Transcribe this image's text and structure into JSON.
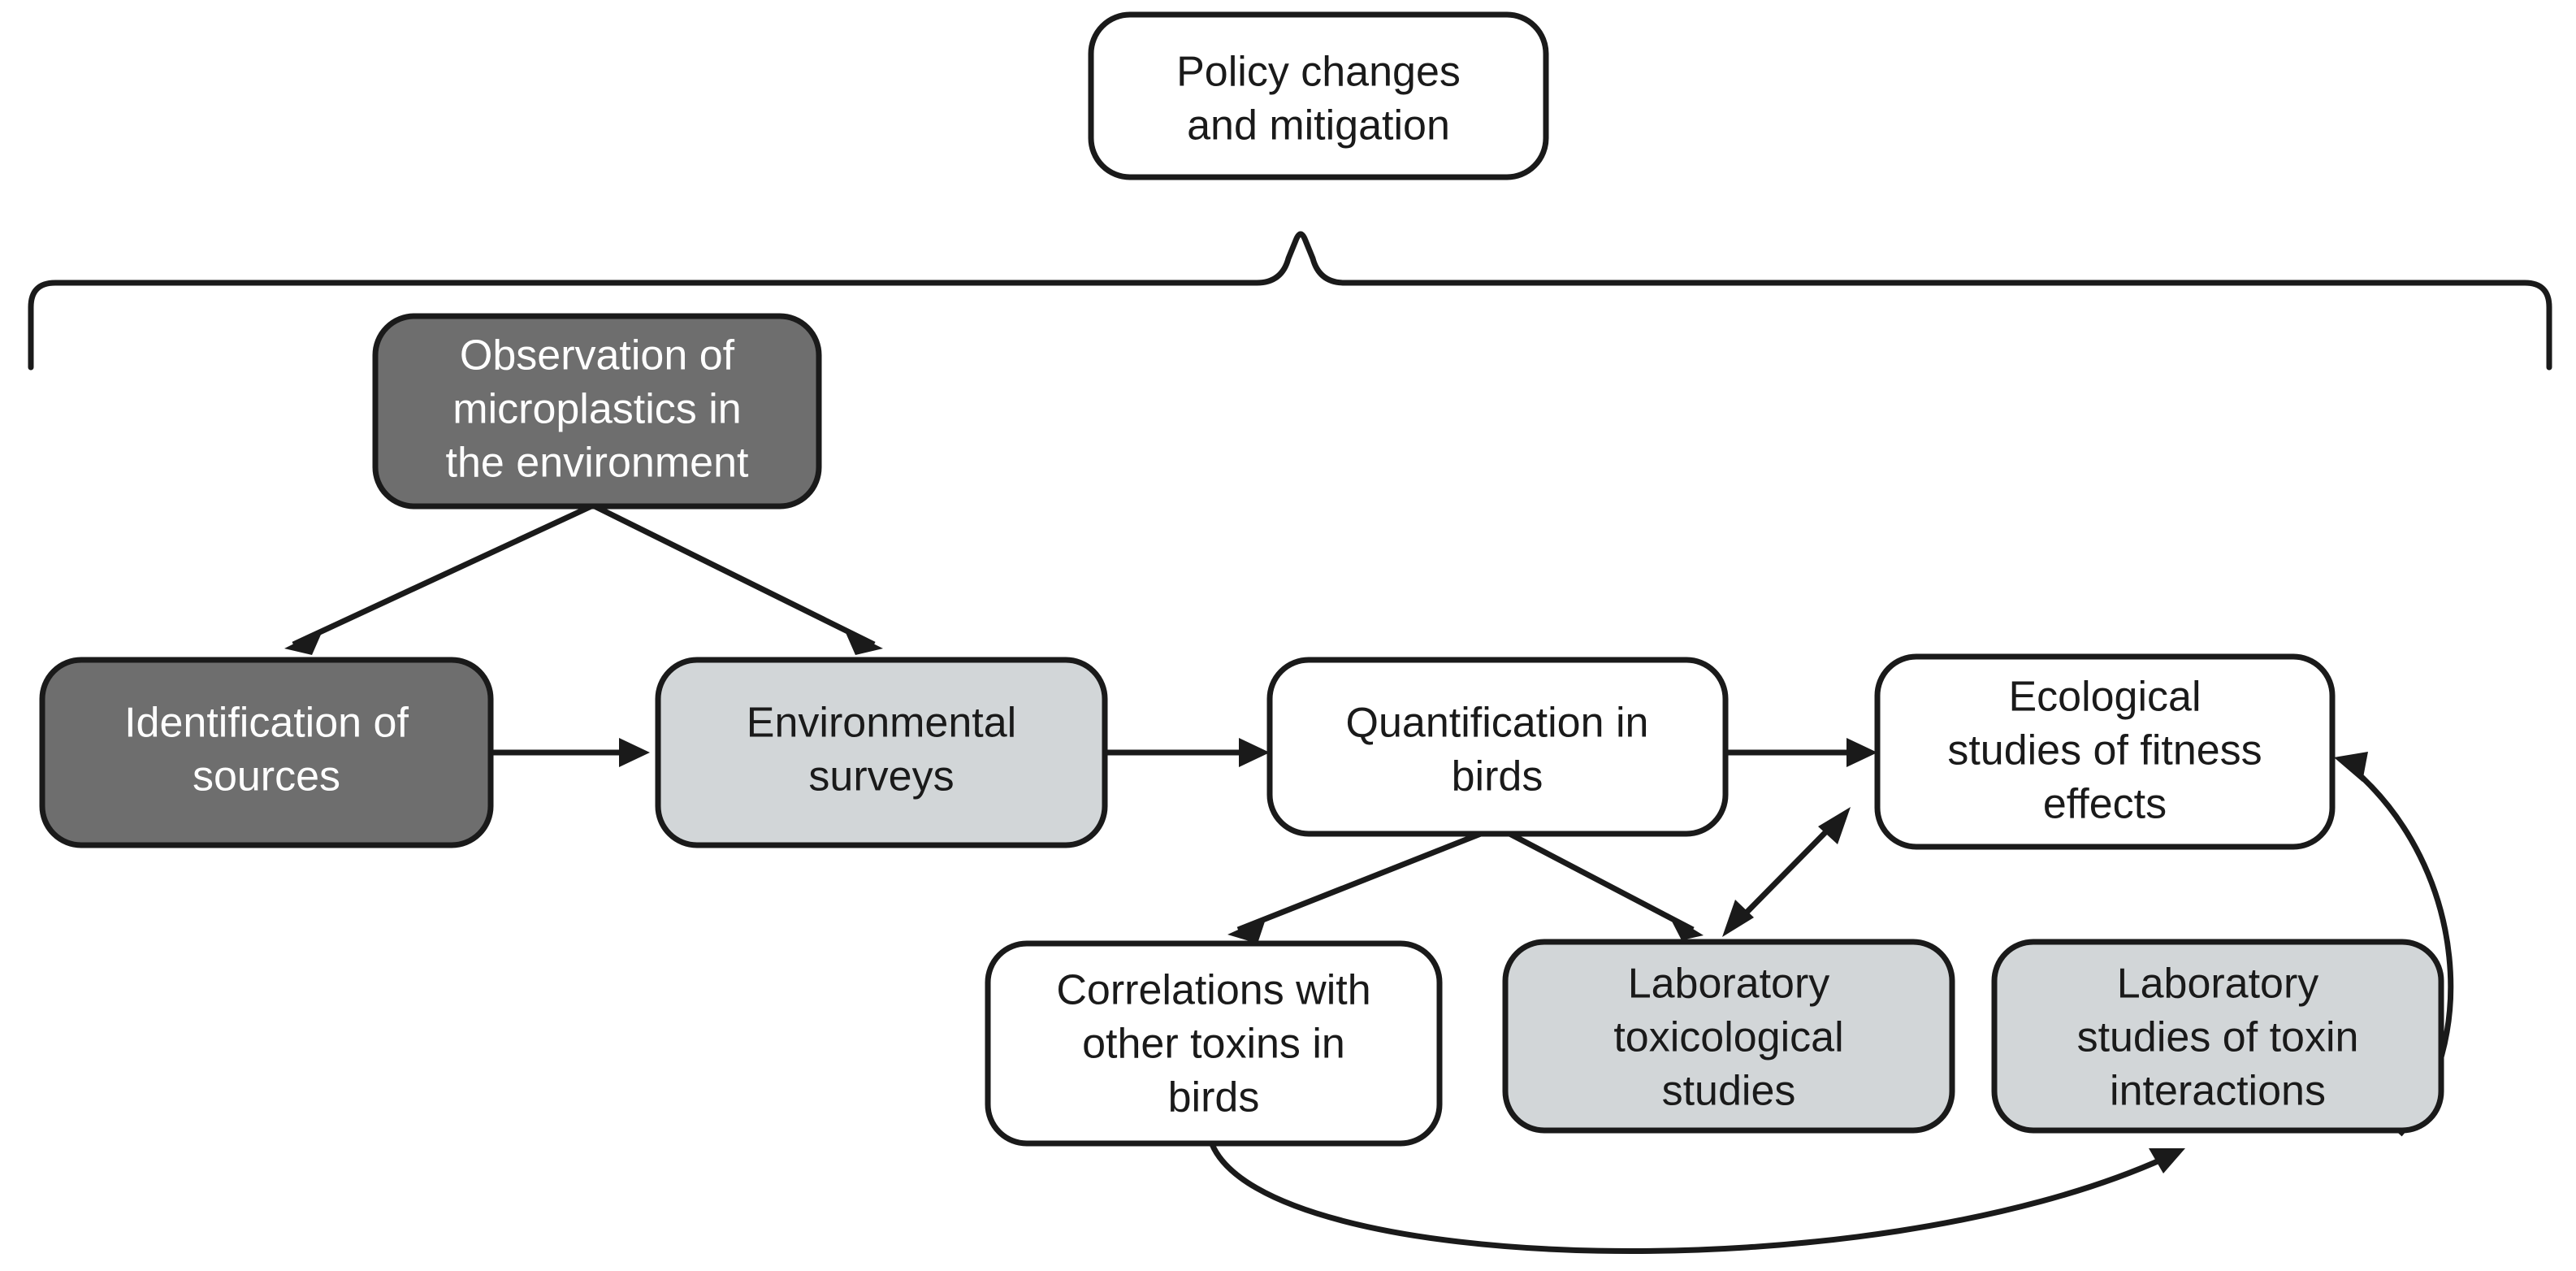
{
  "diagram": {
    "title": "Microplastics research and policy flowchart",
    "colors": {
      "stroke": "#1a1a1a",
      "fill_white": "#ffffff",
      "fill_light_gray": "#d2d6d8",
      "fill_dark_gray": "#6e6e6e",
      "text_dark": "#1a1a1a",
      "text_light": "#ffffff",
      "background": "#ffffff"
    },
    "nodes": [
      {
        "id": "policy",
        "lines": [
          "Policy changes",
          "and mitigation"
        ],
        "fill": "white",
        "text_color": "dark"
      },
      {
        "id": "observation",
        "lines": [
          "Observation of",
          "microplastics in",
          "the environment"
        ],
        "fill": "dark-gray",
        "text_color": "light"
      },
      {
        "id": "identification",
        "lines": [
          "Identification of",
          "sources"
        ],
        "fill": "dark-gray",
        "text_color": "light"
      },
      {
        "id": "surveys",
        "lines": [
          "Environmental",
          "surveys"
        ],
        "fill": "light-gray",
        "text_color": "dark"
      },
      {
        "id": "quantification",
        "lines": [
          "Quantification in",
          "birds"
        ],
        "fill": "white",
        "text_color": "dark"
      },
      {
        "id": "ecological",
        "lines": [
          "Ecological",
          "studies of fitness",
          "effects"
        ],
        "fill": "white",
        "text_color": "dark"
      },
      {
        "id": "correlations",
        "lines": [
          "Correlations with",
          "other toxins in",
          "birds"
        ],
        "fill": "white",
        "text_color": "dark"
      },
      {
        "id": "lab-tox",
        "lines": [
          "Laboratory",
          "toxicological",
          "studies"
        ],
        "fill": "light-gray",
        "text_color": "dark"
      },
      {
        "id": "lab-interactions",
        "lines": [
          "Laboratory",
          "studies of toxin",
          "interactions"
        ],
        "fill": "light-gray",
        "text_color": "dark"
      }
    ],
    "edges": [
      {
        "id": "observation-to-identification",
        "from": "observation",
        "to": "identification",
        "style": "straight",
        "arrows": "end"
      },
      {
        "id": "observation-to-surveys",
        "from": "observation",
        "to": "surveys",
        "style": "straight",
        "arrows": "end"
      },
      {
        "id": "identification-to-surveys",
        "from": "identification",
        "to": "surveys",
        "style": "straight",
        "arrows": "end"
      },
      {
        "id": "surveys-to-quantification",
        "from": "surveys",
        "to": "quantification",
        "style": "straight",
        "arrows": "end"
      },
      {
        "id": "quantification-to-ecological",
        "from": "quantification",
        "to": "ecological",
        "style": "straight",
        "arrows": "end"
      },
      {
        "id": "quantification-to-correlations",
        "from": "quantification",
        "to": "correlations",
        "style": "straight",
        "arrows": "end"
      },
      {
        "id": "quantification-to-lab-tox",
        "from": "quantification",
        "to": "lab-tox",
        "style": "straight",
        "arrows": "end"
      },
      {
        "id": "ecological-lab-tox-bidirectional",
        "from": "ecological",
        "to": "lab-tox",
        "style": "straight",
        "arrows": "both"
      },
      {
        "id": "lab-interactions-to-ecological",
        "from": "lab-interactions",
        "to": "ecological",
        "style": "curved",
        "arrows": "end"
      },
      {
        "id": "correlations-to-lab-interactions",
        "from": "correlations",
        "to": "lab-interactions",
        "style": "curved",
        "arrows": "end"
      }
    ],
    "brace": {
      "id": "grouping-brace",
      "description": "Curly brace grouping all research nodes, pointing up to the policy node"
    }
  }
}
